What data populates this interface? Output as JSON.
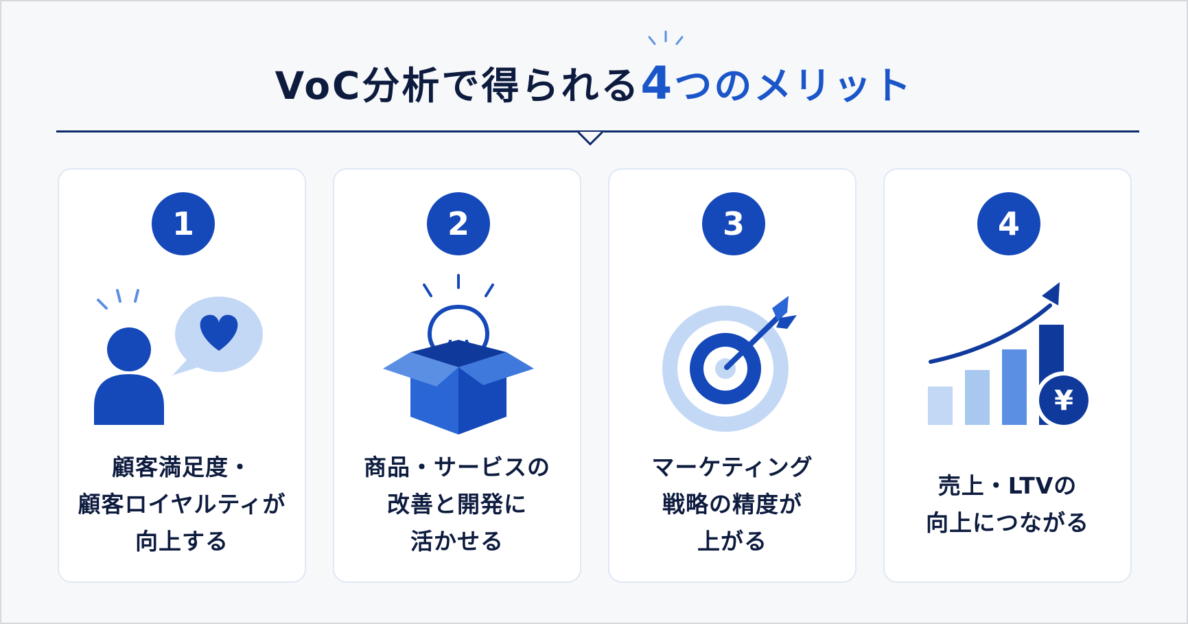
{
  "title": {
    "prefix": "VoC分析で得られる",
    "number": "4",
    "suffix": "つのメリット"
  },
  "colors": {
    "navy": "#0d1b3e",
    "accent": "#1a56c9",
    "badge": "#1548b8",
    "light_blue": "#c3d8f5",
    "mid_blue": "#5a8fe3"
  },
  "cards": [
    {
      "number": "1",
      "icon": "person-heart-speech-icon",
      "lines": [
        "顧客満足度・",
        "顧客ロイヤルティが",
        "向上する"
      ]
    },
    {
      "number": "2",
      "icon": "lightbulb-box-icon",
      "lines": [
        "商品・サービスの",
        "改善と開発に",
        "活かせる"
      ]
    },
    {
      "number": "3",
      "icon": "target-arrow-icon",
      "lines": [
        "マーケティング",
        "戦略の精度が",
        "上がる"
      ]
    },
    {
      "number": "4",
      "icon": "growth-chart-yen-icon",
      "lines": [
        "売上・LTVの",
        "向上につながる"
      ],
      "yen_symbol": "¥"
    }
  ]
}
